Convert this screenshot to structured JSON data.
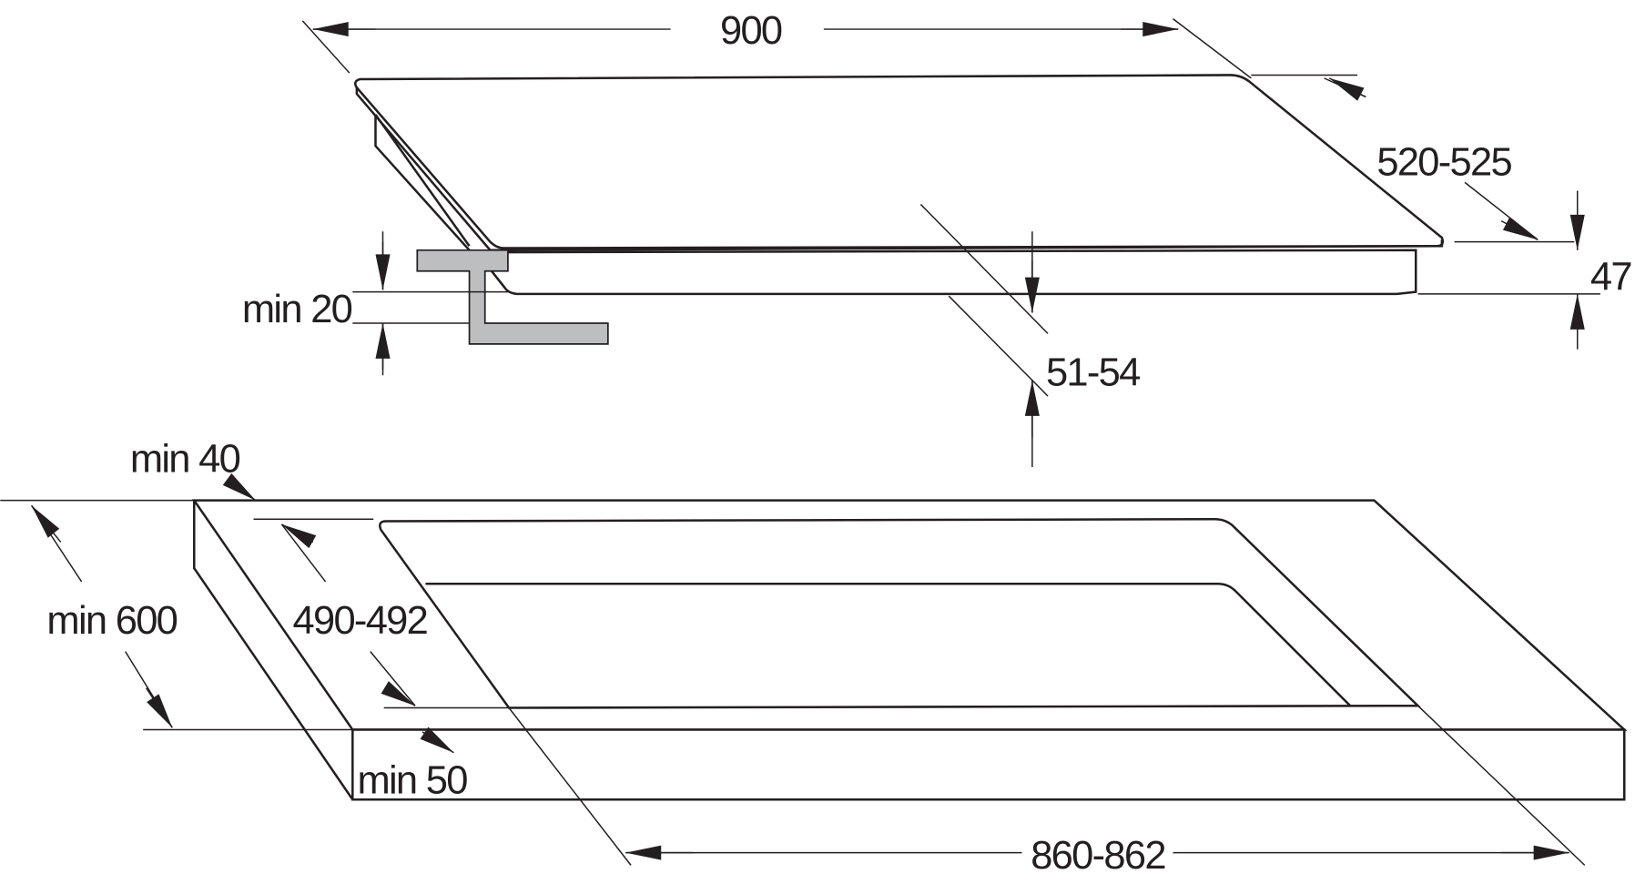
{
  "dimensions": {
    "hob_width": "900",
    "hob_depth": "520-525",
    "hob_height": "47",
    "under_glass_height": "51-54",
    "min_clearance_below": "min 20",
    "min_back_distance": "min 40",
    "min_worktop_depth": "min 600",
    "cutout_depth": "490-492",
    "min_front_distance": "min 50",
    "cutout_width": "860-862"
  },
  "colors": {
    "line": "#231f20",
    "bracket": "#bcbec0"
  }
}
